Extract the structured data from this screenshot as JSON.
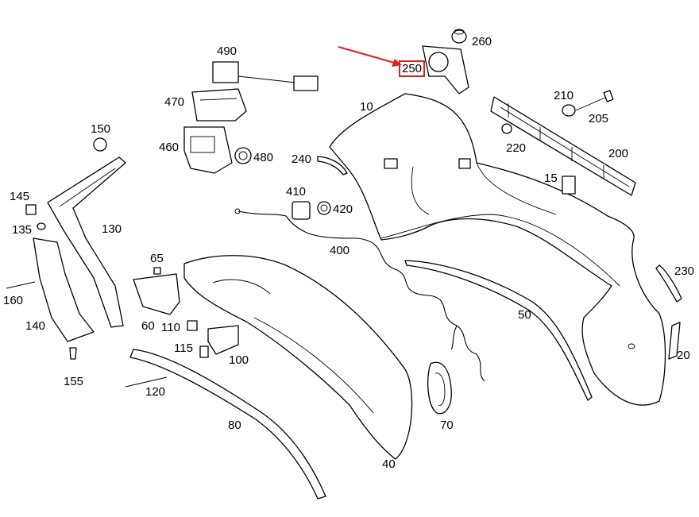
{
  "highlight": {
    "label": "250",
    "color": "#e0201c"
  },
  "labels": {
    "l10": "10",
    "l15": "15",
    "l20": "20",
    "l40": "40",
    "l50": "50",
    "l60": "60",
    "l65": "65",
    "l70": "70",
    "l80": "80",
    "l100": "100",
    "l110": "110",
    "l115": "115",
    "l120": "120",
    "l130": "130",
    "l135": "135",
    "l140": "140",
    "l145": "145",
    "l150": "150",
    "l155": "155",
    "l160": "160",
    "l200": "200",
    "l205": "205",
    "l210": "210",
    "l220": "220",
    "l230": "230",
    "l240": "240",
    "l250": "250",
    "l260": "260",
    "l400": "400",
    "l410": "410",
    "l420": "420",
    "l460": "460",
    "l470": "470",
    "l480": "480",
    "l490": "490"
  }
}
